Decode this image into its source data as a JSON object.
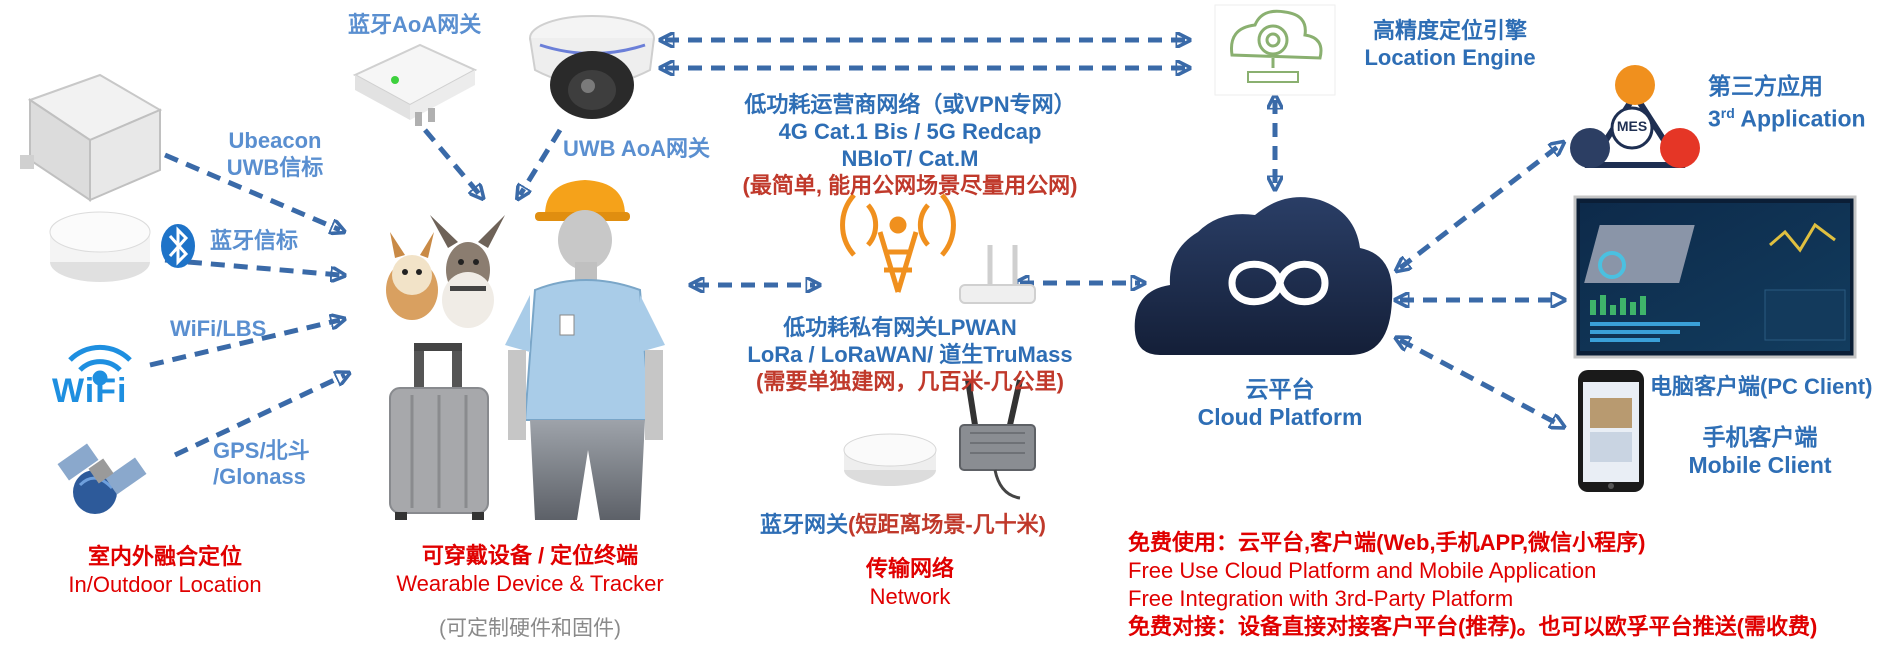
{
  "devices": {
    "aoa_gateway": "蓝牙AoA网关",
    "ubeacon": "Ubeacon",
    "uwb_beacon": "UWB信标",
    "ble_beacon": "蓝牙信标",
    "wifi_lbs": "WiFi/LBS",
    "wifi_logo": "WiFi",
    "gps_line1": "GPS/北斗",
    "gps_line2": "/Glonass",
    "uwb_gateway": "UWB AoA网关"
  },
  "positioning": {
    "title": "室内外融合定位",
    "subtitle": "In/Outdoor Location"
  },
  "wearable": {
    "title": "可穿戴设备 / 定位终端",
    "subtitle": "Wearable Device & Tracker",
    "note": "(可定制硬件和固件)"
  },
  "operator_network": {
    "line1": "低功耗运营商网络（或VPN专网）",
    "line2": "4G Cat.1 Bis / 5G Redcap",
    "line3": "NBIoT/ Cat.M",
    "line4": "(最简单, 能用公网场景尽量用公网)"
  },
  "private_gateway": {
    "line1": "低功耗私有网关LPWAN",
    "line2": "LoRa / LoRaWAN/ 道生TruMass",
    "line3": "(需要单独建网，几百米-几公里)"
  },
  "ble_gateway": {
    "label": "蓝牙网关",
    "note": "(短距离场景-几十米)"
  },
  "transport": {
    "title": "传输网络",
    "subtitle": "Network"
  },
  "location_engine": {
    "title_cn": "高精度定位引擎",
    "title_en": "Location Engine"
  },
  "cloud": {
    "title_cn": "云平台",
    "title_en": "Cloud Platform"
  },
  "third_party": {
    "title_cn": "第三方应用",
    "title_en_prefix": "3",
    "title_en_sup": "rd",
    "title_en_suffix": " Application",
    "mes_label": "MES"
  },
  "pc_client": "电脑客户端(PC Client)",
  "mobile_client": {
    "title_cn": "手机客户端",
    "title_en": "Mobile Client"
  },
  "free_info": {
    "line1": "免费使用：云平台,客户端(Web,手机APP,微信小程序)",
    "line2": "Free Use Cloud Platform and Mobile Application",
    "line3": "Free Integration with 3rd-Party Platform",
    "line4": "免费对接：设备直接对接客户平台(推荐)。也可以欧孚平台推送(需收费)"
  },
  "colors": {
    "arrow": "#3a6aa8",
    "blue_text": "#2e6eb5",
    "light_blue_text": "#5a8fd0",
    "red_text": "#e00000",
    "cloud": "#1e2f52",
    "antenna": "#f0901e"
  }
}
